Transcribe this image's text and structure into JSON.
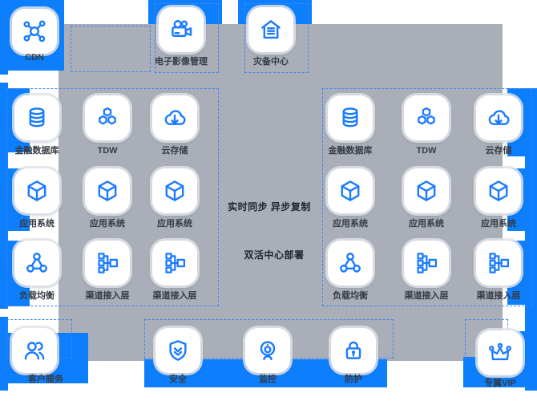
{
  "colors": {
    "accent": "#0d7efc",
    "icon_blue": "#1a7bff",
    "zone_gray": "#a9aeb8",
    "label_dark": "#363b44",
    "dash_blue": "#3f87f5",
    "note_dark": "#22262c",
    "tile_bg": "#ffffff"
  },
  "top_items": [
    {
      "label": "CDN",
      "icon": "cdn-network-icon"
    },
    {
      "label": "电子影像管理",
      "icon": "video-camera-icon"
    },
    {
      "label": "灾备中心",
      "icon": "warehouse-icon"
    }
  ],
  "left_zone": {
    "rows": [
      [
        {
          "label": "金融数据库",
          "icon": "database-icon"
        },
        {
          "label": "TDW",
          "icon": "hexagons-icon"
        },
        {
          "label": "云存储",
          "icon": "cloud-download-icon"
        }
      ],
      [
        {
          "label": "应用系统",
          "icon": "cube-icon"
        },
        {
          "label": "应用系统",
          "icon": "cube-icon"
        },
        {
          "label": "应用系统",
          "icon": "cube-icon"
        }
      ],
      [
        {
          "label": "负载均衡",
          "icon": "load-balancer-icon"
        },
        {
          "label": "渠道接入层",
          "icon": "hierarchy-icon"
        },
        {
          "label": "渠道接入层",
          "icon": "hierarchy-icon"
        }
      ]
    ]
  },
  "right_zone": {
    "rows": [
      [
        {
          "label": "金融数据库",
          "icon": "database-icon"
        },
        {
          "label": "TDW",
          "icon": "hexagons-icon"
        },
        {
          "label": "云存储",
          "icon": "cloud-download-icon"
        }
      ],
      [
        {
          "label": "应用系统",
          "icon": "cube-icon"
        },
        {
          "label": "应用系统",
          "icon": "cube-icon"
        },
        {
          "label": "应用系统",
          "icon": "cube-icon"
        }
      ],
      [
        {
          "label": "负载均衡",
          "icon": "load-balancer-icon"
        },
        {
          "label": "渠道接入层",
          "icon": "hierarchy-icon"
        },
        {
          "label": "渠道接入层",
          "icon": "hierarchy-icon"
        }
      ]
    ]
  },
  "center_notes": {
    "line1": "实时同步 异步复制",
    "line2": "双活中心部署"
  },
  "bottom_items": [
    {
      "label": "客户服务",
      "icon": "users-icon"
    },
    {
      "label": "安全",
      "icon": "shield-icon"
    },
    {
      "label": "监控",
      "icon": "webcam-icon"
    },
    {
      "label": "防护",
      "icon": "lock-icon"
    },
    {
      "label": "专属VIP",
      "icon": "crown-icon"
    }
  ]
}
